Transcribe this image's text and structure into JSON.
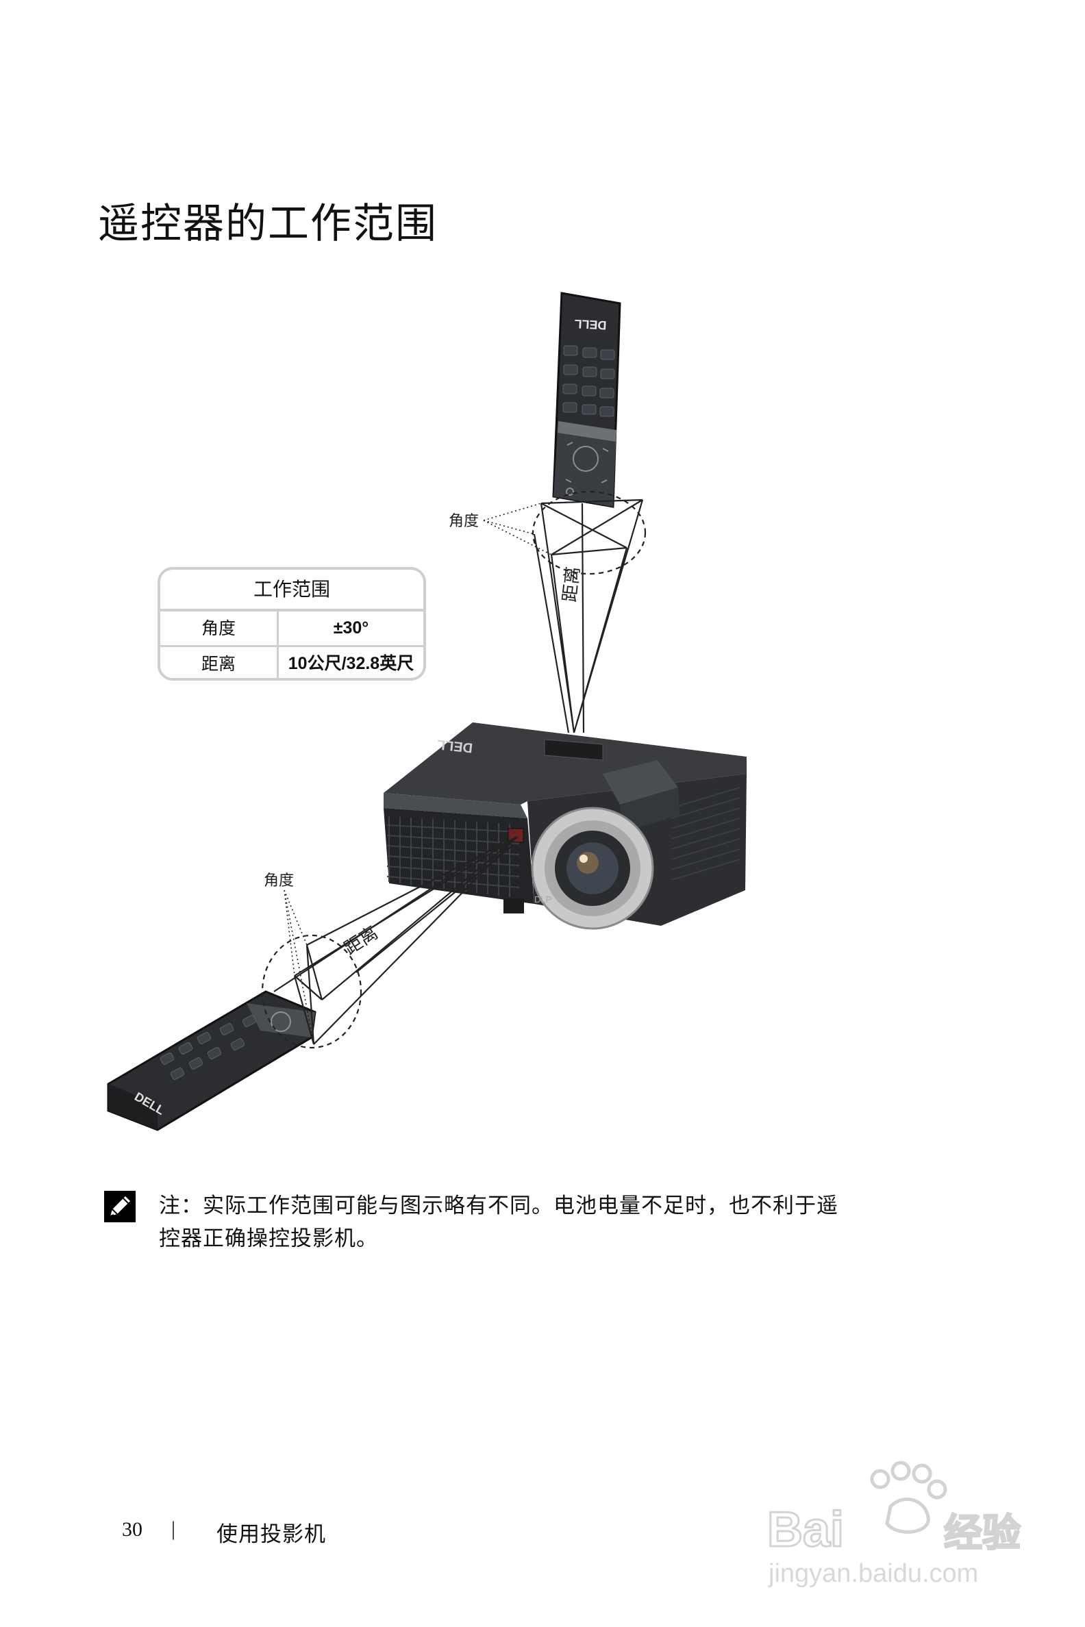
{
  "page": {
    "title": "遥控器的工作范围"
  },
  "range_table": {
    "header": "工作范围",
    "rows": [
      {
        "label": "角度",
        "value": "±30°"
      },
      {
        "label": "距离",
        "value": "10公尺/32.8英尺"
      }
    ]
  },
  "diagram": {
    "angle_label_top": "角度",
    "distance_label_top": "距离",
    "angle_label_left": "角度",
    "distance_label_left": "距离",
    "remote_logo": "DELL",
    "projector_logo": "DELL",
    "projector_badge": "DLP",
    "colors": {
      "device_body": "#2f3133",
      "device_dark": "#1c1d1f",
      "lens_ring": "#d9d9d9",
      "range_circle": "#333333"
    }
  },
  "note": {
    "icon": "pencil-note-icon",
    "text_line1": "注：实际工作范围可能与图示略有不同。电池电量不足时，也不利于遥",
    "text_line2": "控器正确操控投影机。"
  },
  "footer": {
    "page_number": "30",
    "separator": "|",
    "section": "使用投影机"
  },
  "watermark": {
    "brand": "Bai",
    "brand_suffix": "经验",
    "url": "jingyan.baidu.com"
  }
}
